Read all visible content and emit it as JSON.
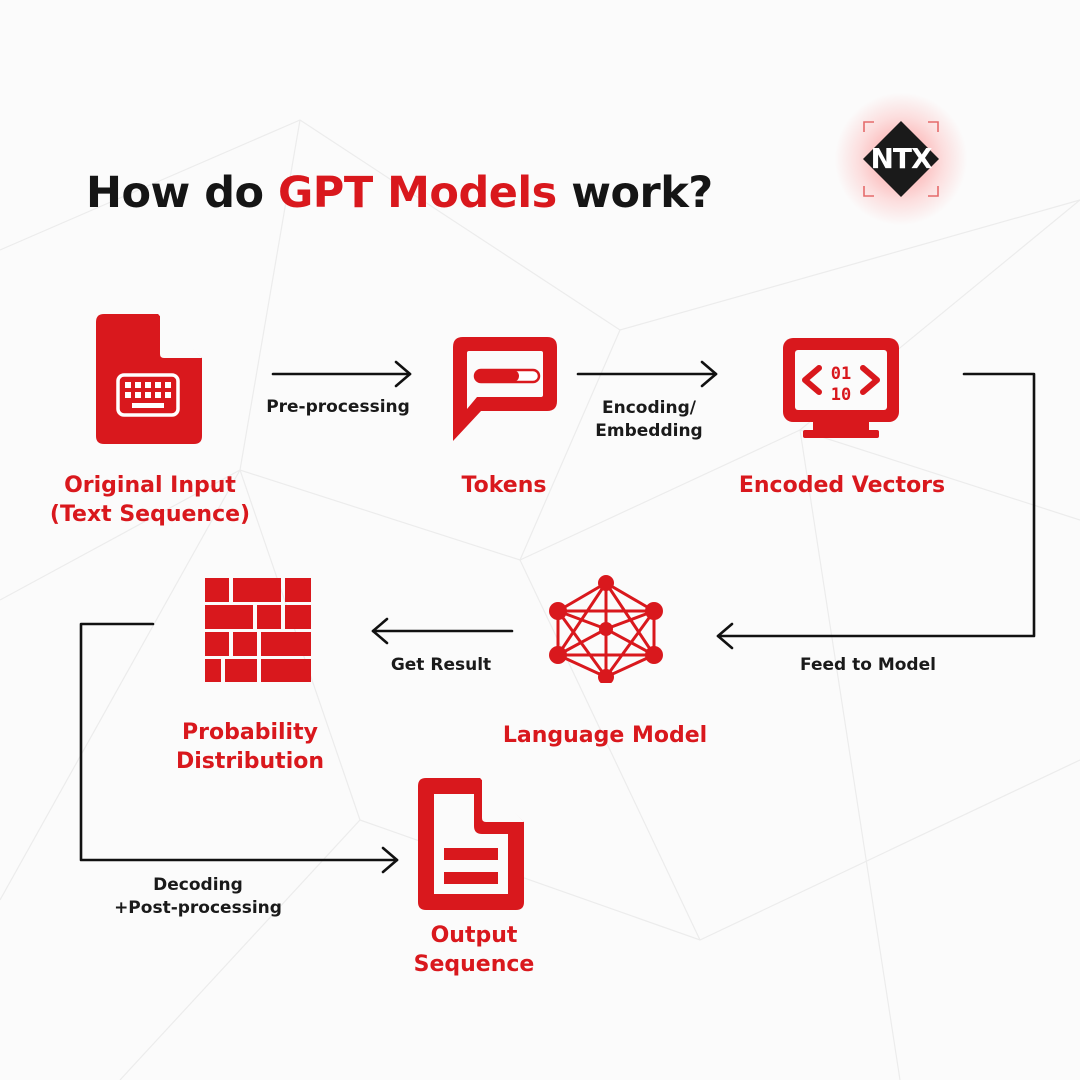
{
  "title": {
    "prefix": "How do ",
    "accent": "GPT Models",
    "suffix": " work?"
  },
  "logo": {
    "text": "NTX"
  },
  "nodes": {
    "original_input": {
      "line1": "Original Input",
      "line2": "(Text Sequence)",
      "icon": "keyboard-document-icon"
    },
    "tokens": {
      "line1": "Tokens",
      "icon": "token-bubble-icon"
    },
    "encoded_vectors": {
      "line1": "Encoded Vectors",
      "icon": "binary-code-monitor-icon"
    },
    "language_model": {
      "line1": "Language Model",
      "icon": "neural-network-icon"
    },
    "probability_distribution": {
      "line1": "Probability",
      "line2": "Distribution",
      "icon": "brick-grid-icon"
    },
    "output_sequence": {
      "line1": "Output",
      "line2": "Sequence",
      "icon": "document-lines-icon"
    }
  },
  "edges": {
    "preprocessing": {
      "label": "Pre-processing"
    },
    "encoding": {
      "line1": "Encoding/",
      "line2": "Embedding"
    },
    "feed": {
      "label": "Feed to Model"
    },
    "result": {
      "label": "Get Result"
    },
    "decoding": {
      "line1": "Decoding",
      "line2": "+Post-processing"
    }
  },
  "colors": {
    "accent": "#d9181d",
    "text": "#151515",
    "background": "#fbfbfb",
    "logo_dark": "#1a1a1a"
  }
}
